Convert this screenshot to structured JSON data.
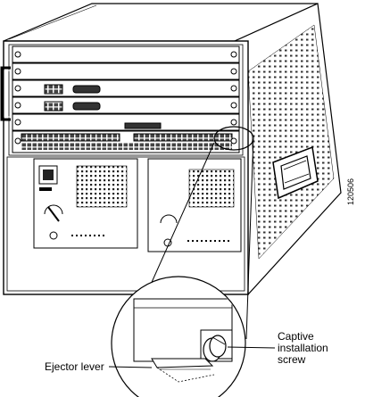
{
  "labels": {
    "captive_line1": "Captive",
    "captive_line2": "installation",
    "captive_line3": "screw",
    "ejector": "Ejector lever",
    "figure_id": "120506"
  }
}
